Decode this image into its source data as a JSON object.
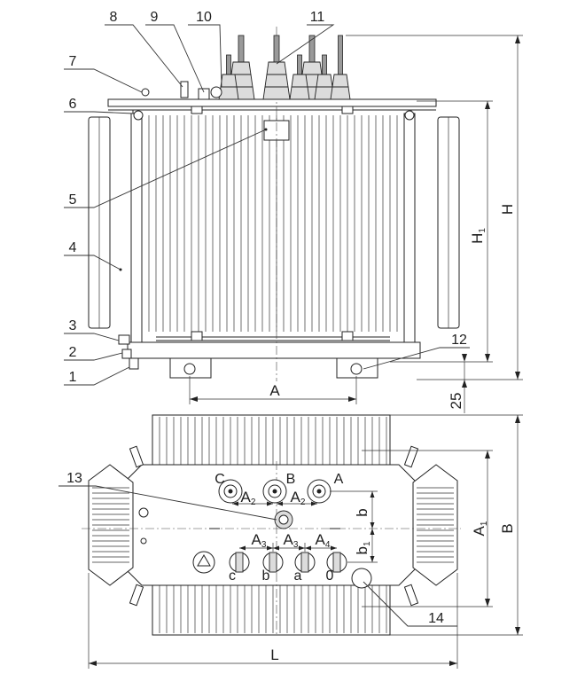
{
  "callouts": [
    "1",
    "2",
    "3",
    "4",
    "5",
    "6",
    "7",
    "8",
    "9",
    "10",
    "11",
    "12",
    "13",
    "14"
  ],
  "dimensions": {
    "A": "A",
    "H": "H",
    "H1": "H",
    "H1_sub": "1",
    "gap": "25",
    "L": "L",
    "B": "B",
    "A1": "A",
    "A1_sub": "1",
    "A2": "A",
    "A2_sub": "2",
    "A3": "A",
    "A3_sub": "3",
    "A4": "A",
    "A4_sub": "4",
    "b": "b",
    "b1": "b",
    "b1_sub": "1"
  },
  "hv_terminals": [
    "C",
    "B",
    "A"
  ],
  "lv_terminals": [
    "c",
    "b",
    "a",
    "0"
  ]
}
